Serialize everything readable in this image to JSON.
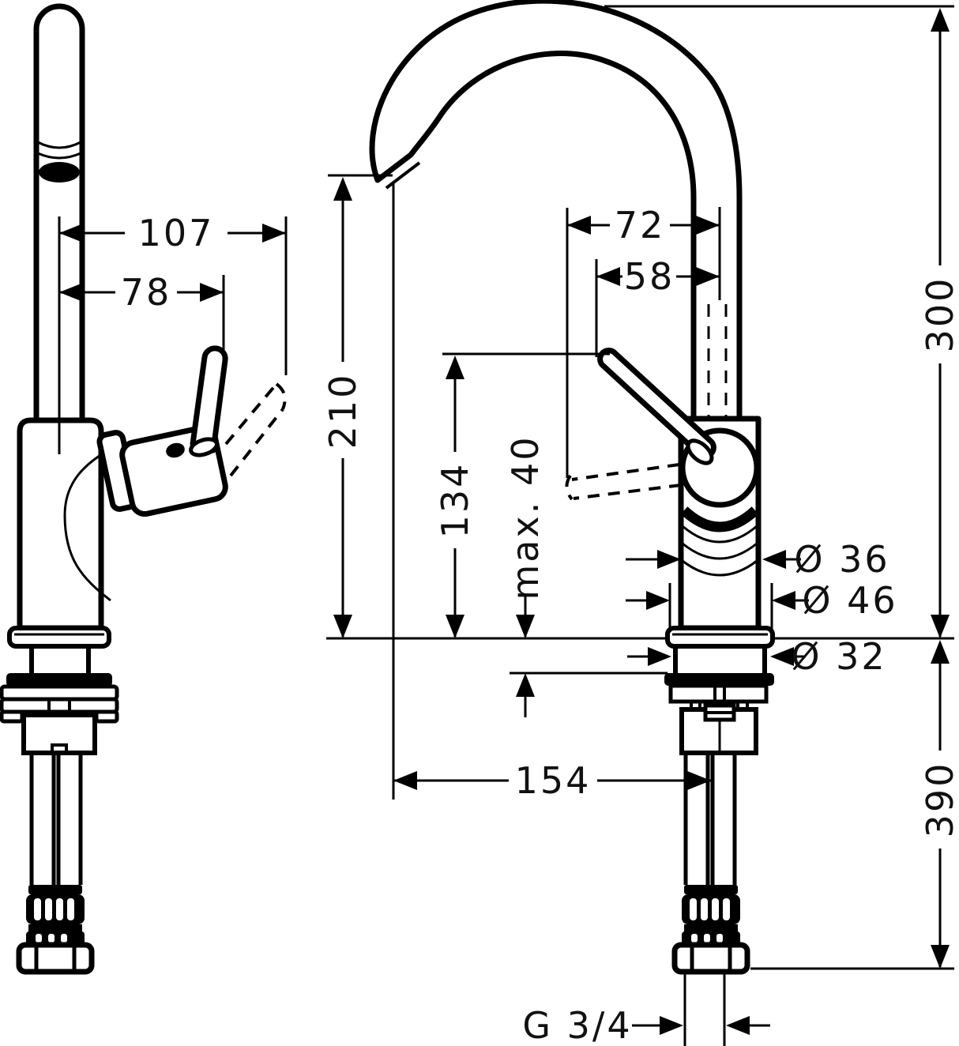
{
  "colors": {
    "ink": "#000000",
    "background": "#ffffff"
  },
  "dimensions": {
    "d107": {
      "label": "107"
    },
    "d78": {
      "label": "78"
    },
    "d210": {
      "label": "210"
    },
    "d134": {
      "label": "134"
    },
    "max40": {
      "label": "max. 40"
    },
    "d72": {
      "label": "72"
    },
    "d58": {
      "label": "58"
    },
    "d300": {
      "label": "300"
    },
    "dia36": {
      "label": "Ø 36"
    },
    "dia46": {
      "label": "Ø 46"
    },
    "dia32": {
      "label": "Ø 32"
    },
    "d154": {
      "label": "154"
    },
    "d390": {
      "label": "390"
    },
    "g34": {
      "label": "G 3/4"
    }
  }
}
